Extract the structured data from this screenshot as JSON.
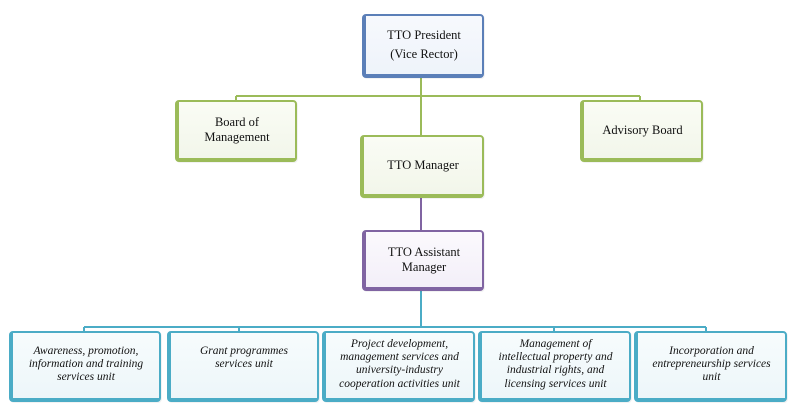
{
  "colors": {
    "president_border": "#5b7fb8",
    "management_border": "#9bbb59",
    "assistant_border": "#8064a2",
    "units_border": "#4bacc6"
  },
  "president": {
    "line1": "TTO President",
    "line2": "(Vice Rector)"
  },
  "board": {
    "line1": "Board of",
    "line2": "Management"
  },
  "advisory": {
    "label": "Advisory Board"
  },
  "manager": {
    "label": "TTO Manager"
  },
  "assistant": {
    "line1": "TTO Assistant",
    "line2": "Manager"
  },
  "units": [
    {
      "lines": [
        "Awareness, promotion,",
        "information and training",
        "services unit"
      ]
    },
    {
      "lines": [
        "Grant programmes",
        "services unit"
      ]
    },
    {
      "lines": [
        "Project development,",
        "management services and",
        "university-industry",
        "cooperation activities unit"
      ]
    },
    {
      "lines": [
        "Management of",
        "intellectual property and",
        "industrial rights, and",
        "licensing services unit"
      ]
    },
    {
      "lines": [
        "Incorporation and",
        "entrepreneurship services",
        "unit"
      ]
    }
  ]
}
